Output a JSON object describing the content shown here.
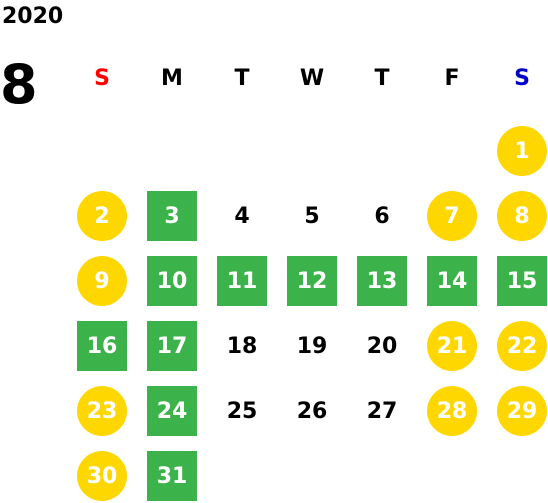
{
  "header": {
    "year": "2020",
    "month": "8"
  },
  "colors": {
    "holiday": "#FFD700",
    "workday": "#3CB34A",
    "sunday": "#FF0000",
    "saturday": "#0000CC",
    "text": "#000000"
  },
  "weekdays": [
    {
      "label": "S",
      "color": "#FF0000"
    },
    {
      "label": "M",
      "color": "#000000"
    },
    {
      "label": "T",
      "color": "#000000"
    },
    {
      "label": "W",
      "color": "#000000"
    },
    {
      "label": "T",
      "color": "#000000"
    },
    {
      "label": "F",
      "color": "#000000"
    },
    {
      "label": "S",
      "color": "#0000CC"
    }
  ],
  "weeks": [
    [
      null,
      null,
      null,
      null,
      null,
      null,
      {
        "day": "1",
        "type": "holiday"
      }
    ],
    [
      {
        "day": "2",
        "type": "holiday"
      },
      {
        "day": "3",
        "type": "workday"
      },
      {
        "day": "4",
        "type": "plain"
      },
      {
        "day": "5",
        "type": "plain"
      },
      {
        "day": "6",
        "type": "plain"
      },
      {
        "day": "7",
        "type": "holiday"
      },
      {
        "day": "8",
        "type": "holiday"
      }
    ],
    [
      {
        "day": "9",
        "type": "holiday"
      },
      {
        "day": "10",
        "type": "workday"
      },
      {
        "day": "11",
        "type": "workday"
      },
      {
        "day": "12",
        "type": "workday"
      },
      {
        "day": "13",
        "type": "workday"
      },
      {
        "day": "14",
        "type": "workday"
      },
      {
        "day": "15",
        "type": "workday"
      }
    ],
    [
      {
        "day": "16",
        "type": "workday"
      },
      {
        "day": "17",
        "type": "workday"
      },
      {
        "day": "18",
        "type": "plain"
      },
      {
        "day": "19",
        "type": "plain"
      },
      {
        "day": "20",
        "type": "plain"
      },
      {
        "day": "21",
        "type": "holiday"
      },
      {
        "day": "22",
        "type": "holiday"
      }
    ],
    [
      {
        "day": "23",
        "type": "holiday"
      },
      {
        "day": "24",
        "type": "workday"
      },
      {
        "day": "25",
        "type": "plain"
      },
      {
        "day": "26",
        "type": "plain"
      },
      {
        "day": "27",
        "type": "plain"
      },
      {
        "day": "28",
        "type": "holiday"
      },
      {
        "day": "29",
        "type": "holiday"
      }
    ],
    [
      {
        "day": "30",
        "type": "holiday"
      },
      {
        "day": "31",
        "type": "workday"
      },
      null,
      null,
      null,
      null,
      null
    ]
  ]
}
